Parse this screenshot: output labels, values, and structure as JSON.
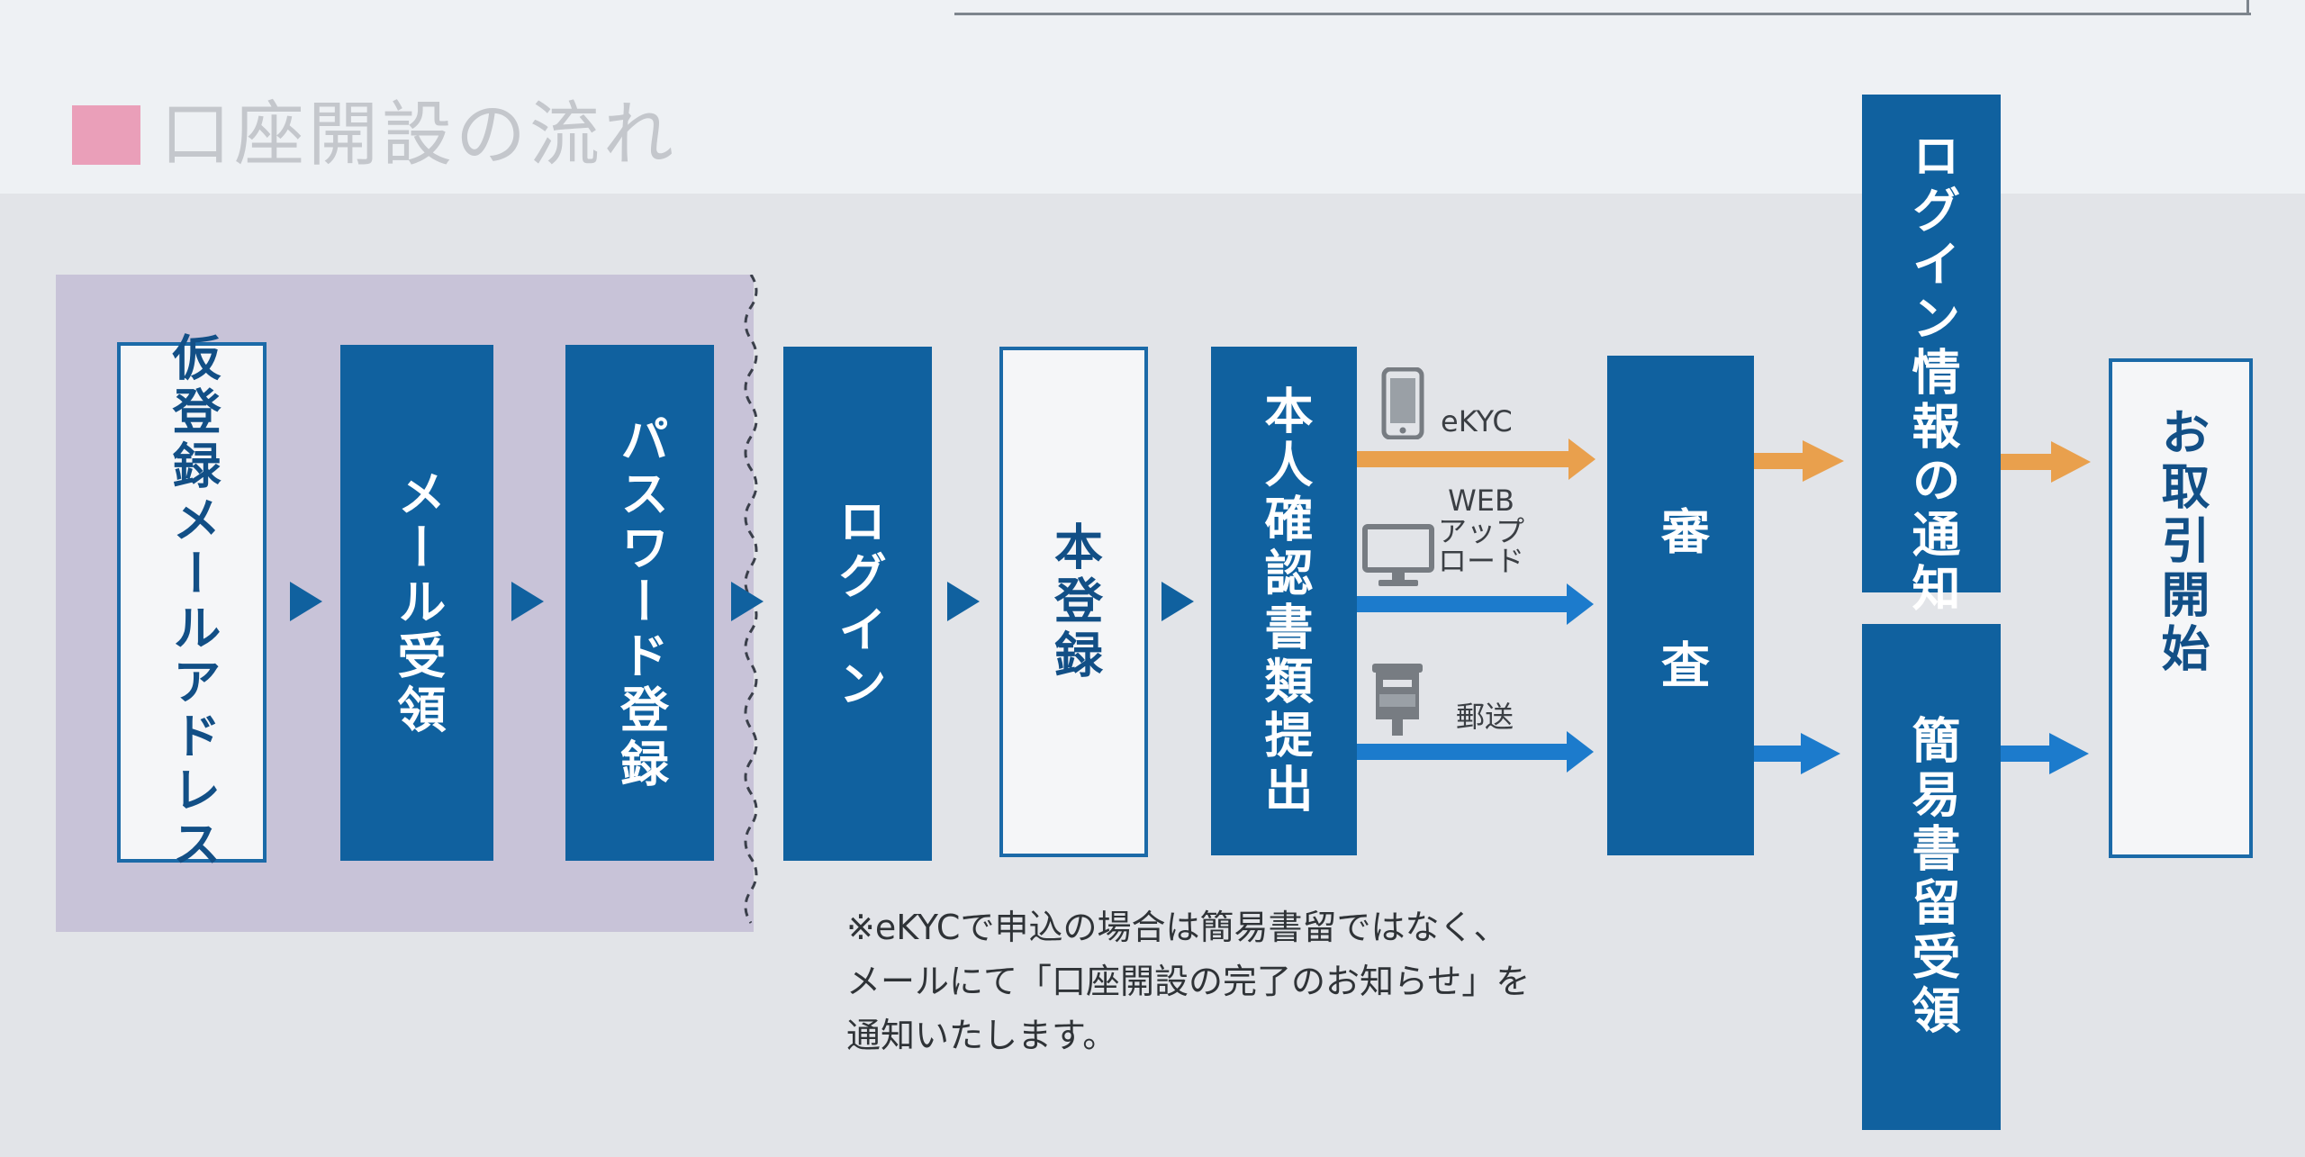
{
  "title": "口座開設の流れ",
  "steps": {
    "prereg_email": "仮登録メールアドレス",
    "mail_receive": "メール受領",
    "password": "パスワード登録",
    "login": "ログイン",
    "main_register": "本登録",
    "id_submit": "本人確認書類提出",
    "review": "審　査",
    "login_info": "ログイン情報の通知",
    "registered_mail": "簡易書留受領",
    "start_trading": "お取引開始"
  },
  "routes": {
    "ekyc": "eKYC",
    "web_line1": "WEB",
    "web_line2": "アップ",
    "web_line3": "ロード",
    "post": "郵送"
  },
  "icons": {
    "ekyc": "smartphone-icon",
    "web": "monitor-icon",
    "post": "mailbox-icon"
  },
  "note": {
    "line1": "※eKYCで申込の場合は簡易書留ではなく、",
    "line2": "メールにて「口座開設の完了のお知らせ」を",
    "line3": "通知いたします。"
  },
  "colors": {
    "primary_blue": "#10619f",
    "orange_arrow": "#e9a04d",
    "blue_arrow": "#1c7bcc",
    "prereg_bg": "#c8c3d8",
    "title_square": "#ea9fb9"
  }
}
